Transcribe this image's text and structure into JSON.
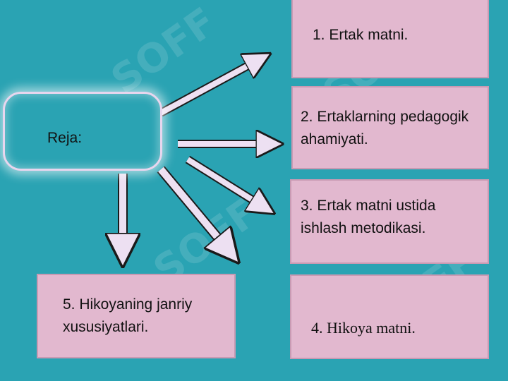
{
  "hub": {
    "label": "Reja:"
  },
  "items": [
    {
      "text_lines": [
        "1. Ertak matni."
      ]
    },
    {
      "text_lines": [
        "2. Ertaklarning pedagogik",
        "ahamiyati."
      ]
    },
    {
      "text_lines": [
        "3. Ertak matni ustida",
        "ishlash metodikasi."
      ]
    },
    {
      "text_lines": [
        "4. Hikoya matni."
      ]
    },
    {
      "text_lines": [
        "5. Hikoyaning janriy",
        "xususiyatlari."
      ]
    }
  ],
  "watermark": {
    "text": "SOFF"
  },
  "colors": {
    "background": "#2aa3b3",
    "box_fill": "#e2b8cf",
    "arrow_fill": "#ede0f2",
    "arrow_outline": "#1a1a1a"
  }
}
